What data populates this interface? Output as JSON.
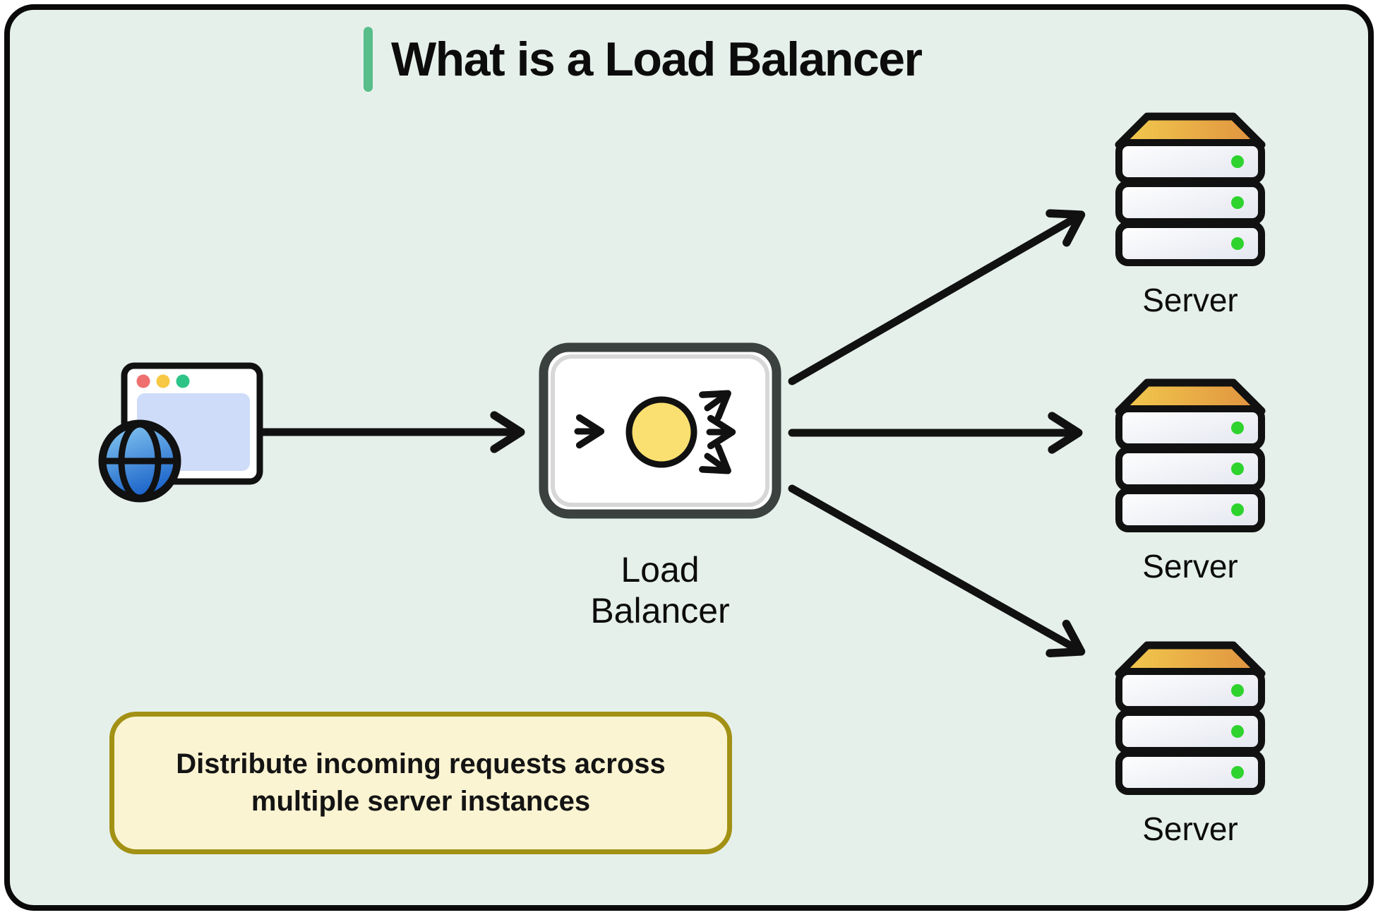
{
  "title": {
    "text": "What is a Load Balancer",
    "accent_color": "#57bd89"
  },
  "diagram": {
    "client": {
      "icon": "browser-globe-icon"
    },
    "load_balancer": {
      "label": "Load Balancer"
    },
    "servers": [
      {
        "label": "Server"
      },
      {
        "label": "Server"
      },
      {
        "label": "Server"
      }
    ],
    "note": {
      "line1": "Distribute incoming requests across",
      "line2": "multiple server instances"
    }
  },
  "colors": {
    "canvas_bg": "#e6f0eb",
    "frame_border": "#0a0a0a",
    "arrow": "#111111",
    "lb_border": "#3b413f",
    "lb_inner_ring": "#d7d7d7",
    "lb_circle": "#fae070",
    "server_top_from": "#f2cb4e",
    "server_top_to": "#e0913f",
    "server_row_from": "#ffffff",
    "server_row_to": "#e3e6ef",
    "status_dot": "#2ed32e",
    "browser_dot_red": "#ef6f6f",
    "browser_dot_yellow": "#f6c843",
    "browser_dot_green": "#2ec488",
    "browser_content": "#cedcfa",
    "globe_from": "#8bcdf3",
    "globe_to": "#1e66cb"
  }
}
